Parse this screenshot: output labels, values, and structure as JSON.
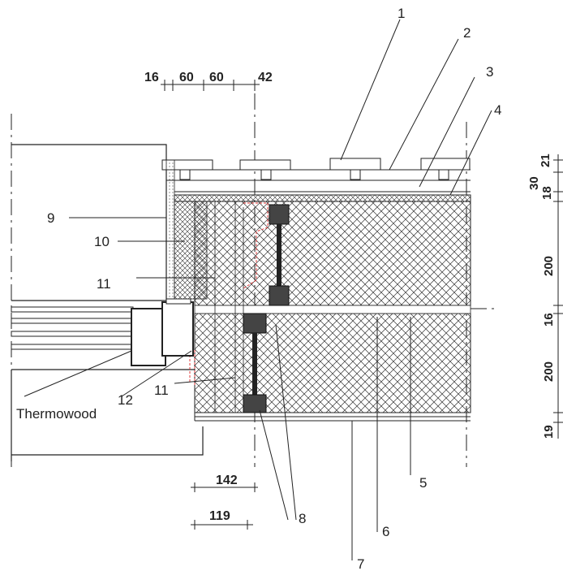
{
  "callouts": {
    "c1": "1",
    "c2": "2",
    "c3": "3",
    "c4": "4",
    "c5": "5",
    "c6": "6",
    "c7": "7",
    "c8": "8",
    "c9": "9",
    "c10": "10",
    "c11a": "11",
    "c11b": "11",
    "c12": "12"
  },
  "material_label": "Thermowood",
  "dims_top": [
    "16",
    "60",
    "60",
    "42"
  ],
  "dims_bottom": [
    "142",
    "119"
  ],
  "dims_right": [
    "21",
    "30",
    "18",
    "200",
    "16",
    "200",
    "19"
  ],
  "colors": {
    "line": "#222222",
    "insulation": "#333333",
    "stud": "#444444",
    "accent": "#e23a3a"
  }
}
